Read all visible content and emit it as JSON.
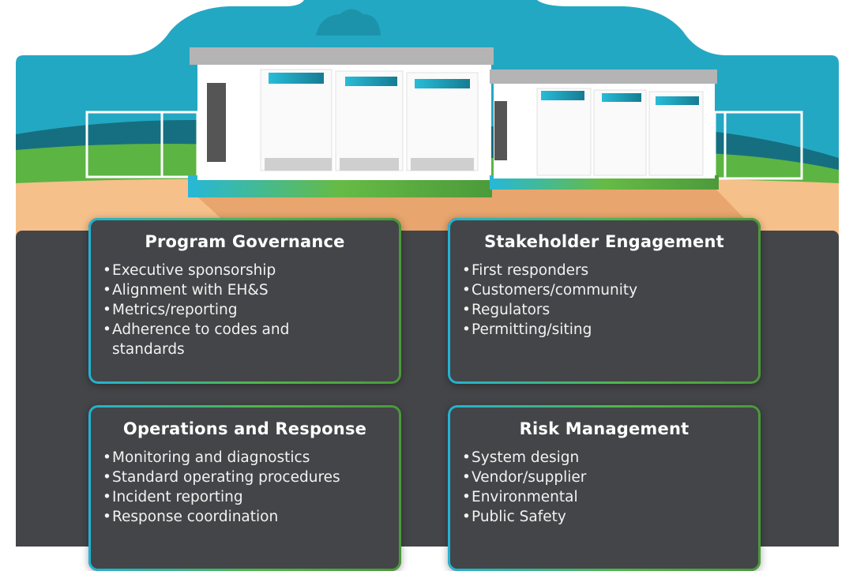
{
  "cards": [
    {
      "title": "Program Governance",
      "items": [
        "Executive sponsorship",
        "Alignment with EH&S",
        "Metrics/reporting",
        "Adherence to codes and standards"
      ]
    },
    {
      "title": "Stakeholder Engagement",
      "items": [
        "First responders",
        "Customers/community",
        "Regulators",
        "Permitting/siting"
      ]
    },
    {
      "title": "Operations and Response",
      "items": [
        "Monitoring and diagnostics",
        "Standard operating procedures",
        "Incident reporting",
        "Response coordination"
      ]
    },
    {
      "title": "Risk Management",
      "items": [
        "System design",
        "Vendor/supplier",
        "Environmental",
        "Public Safety"
      ]
    }
  ],
  "colors": {
    "sky": "#23a8c3",
    "panel": "#444548",
    "accent_blue": "#22b3d6",
    "accent_green": "#4fb648"
  }
}
